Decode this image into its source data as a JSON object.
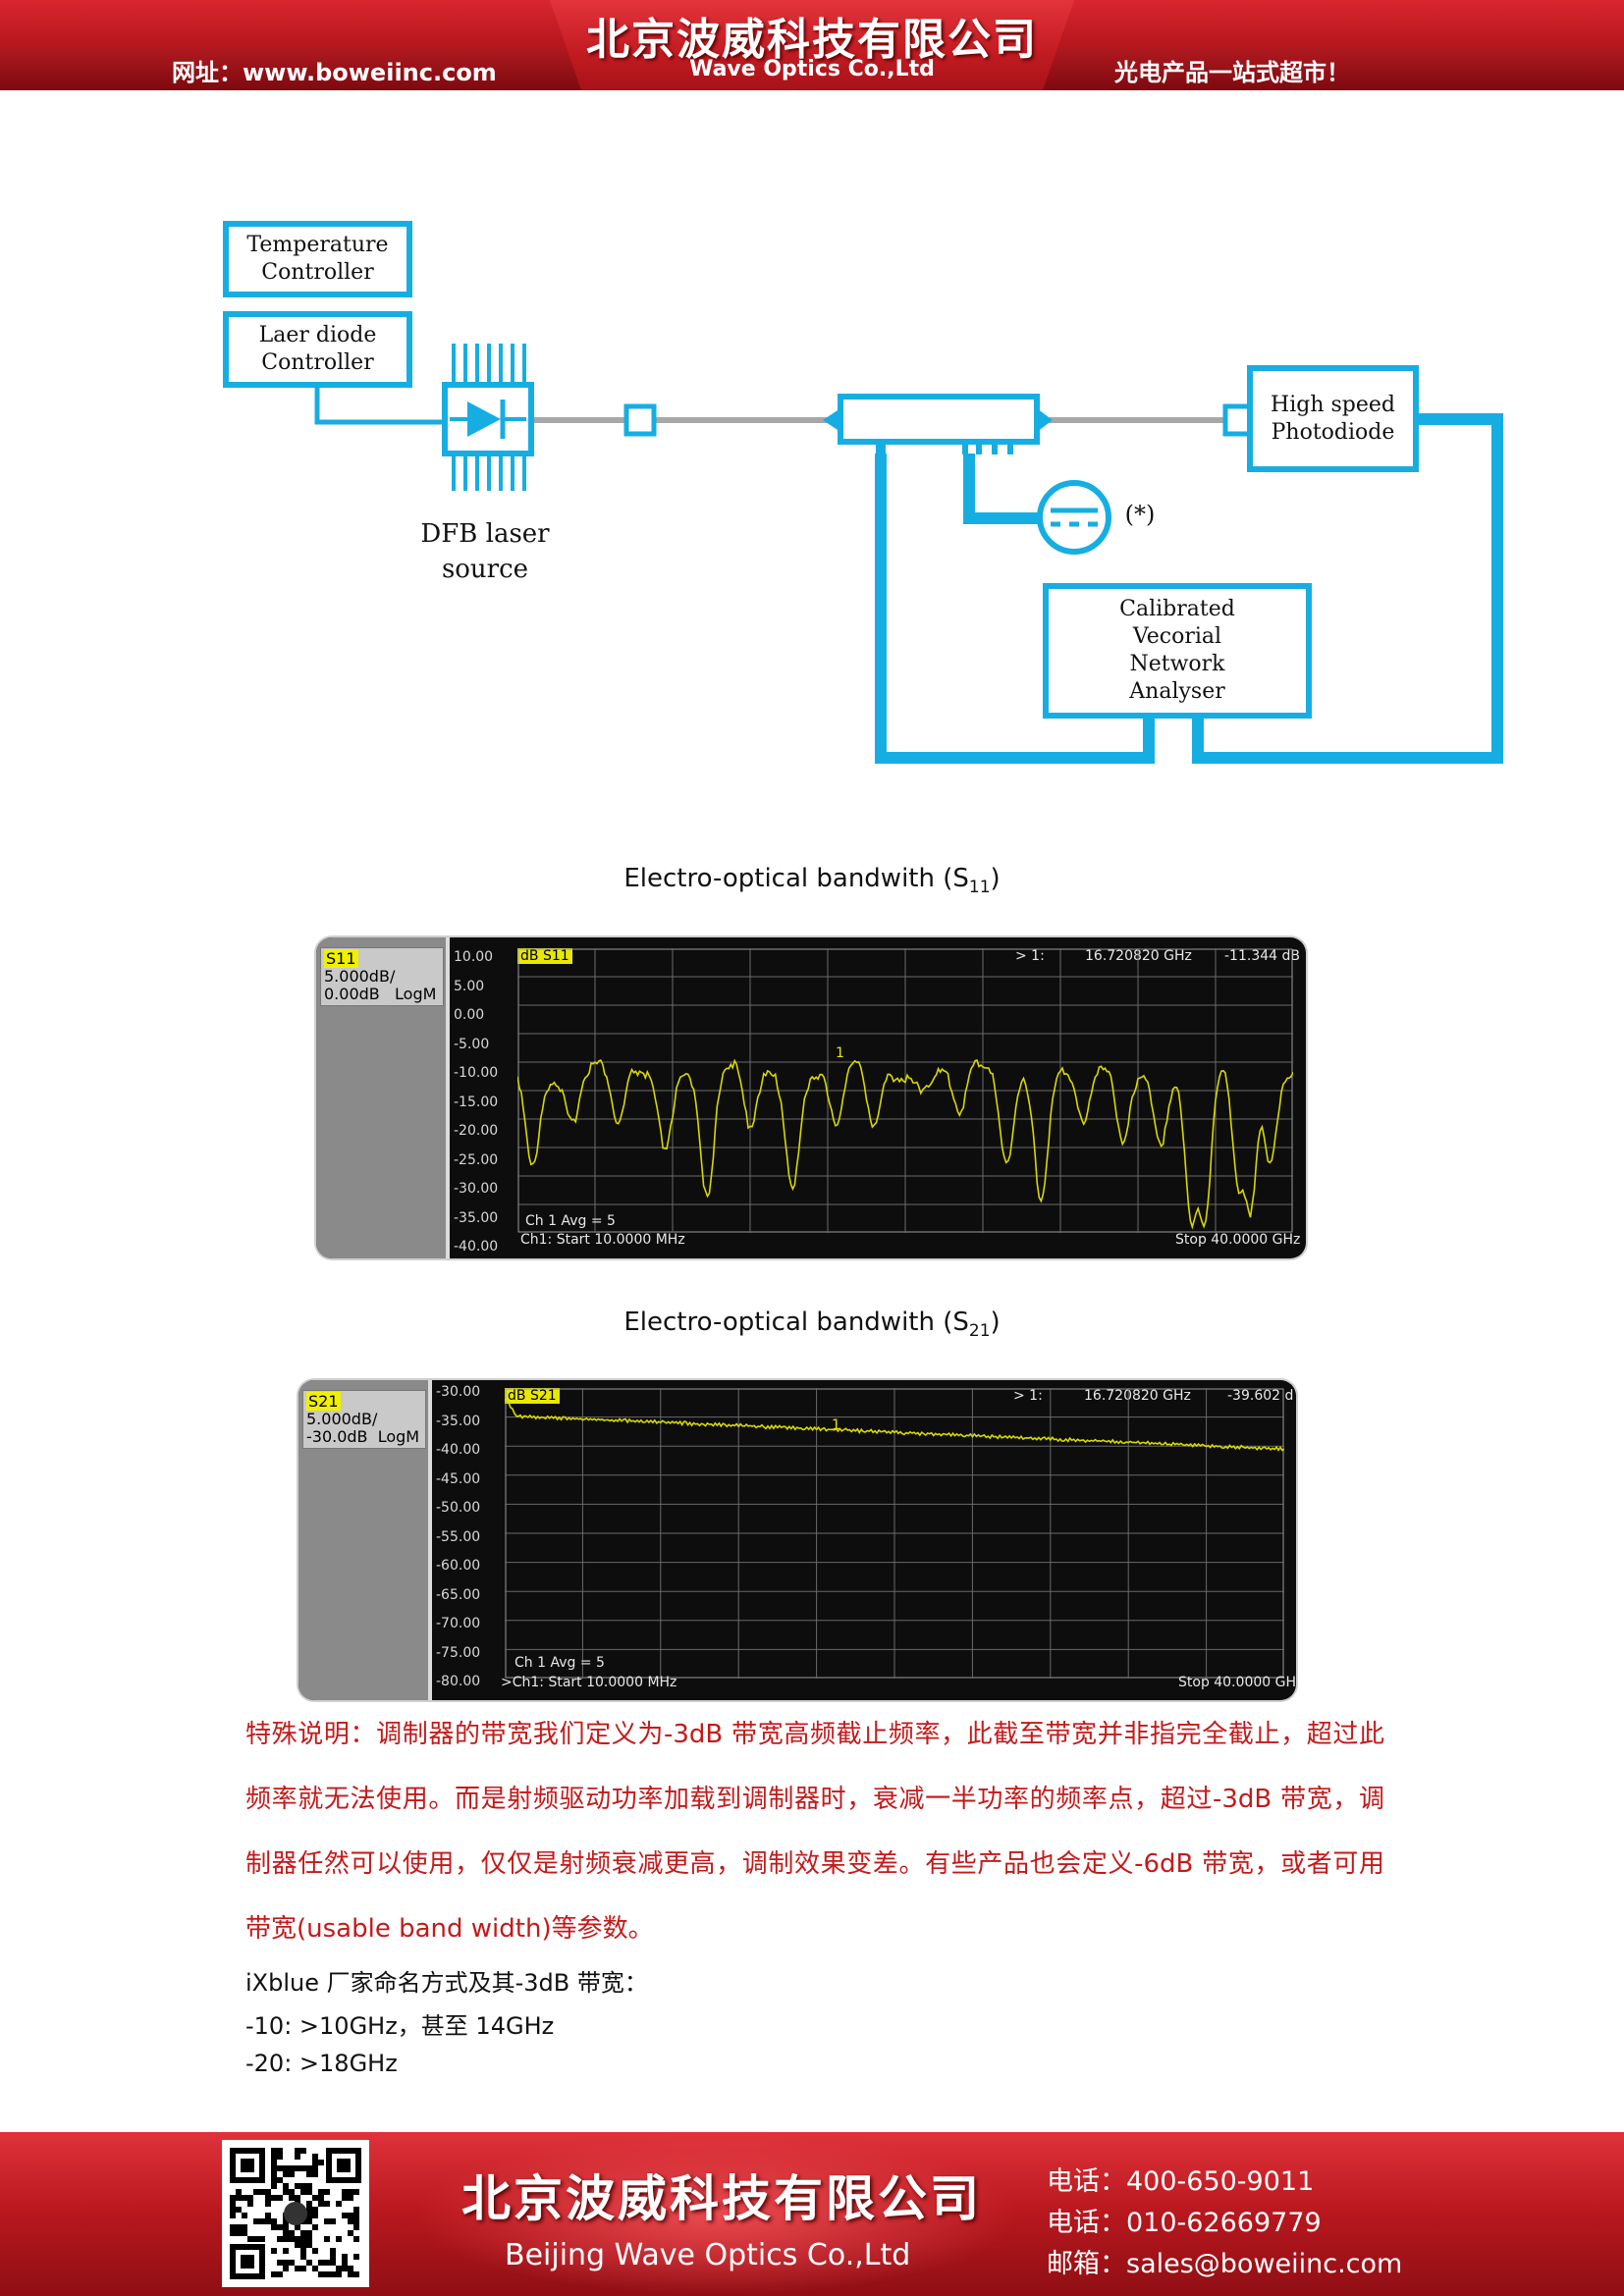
{
  "header": {
    "company_cn": "北京波威科技有限公司",
    "company_en": "Wave Optics Co.,Ltd",
    "website": "网址：www.boweiinc.com",
    "slogan": "光电产品一站式超市！"
  },
  "diagram": {
    "temperature_controller": "Temperature\nController",
    "laser_diode_controller": "Laer diode\nController",
    "dfb_label": "DFB laser\nsource",
    "photodiode": "High speed\nPhotodiode",
    "dc_label": "(*)",
    "vna": "Calibrated\nVecorial\nNetwork\nAnalyser",
    "line_color": "#16aee2"
  },
  "s11": {
    "caption_prefix": "Electro-optical bandwith (S",
    "caption_sub": "11",
    "caption_suffix": ")",
    "info_name": "S11",
    "info_scale": "5.000dB/",
    "info_ref": "0.00dB",
    "info_format": "LogM",
    "trace_label": "dB S11",
    "marker": "> 1:",
    "marker_freq": "16.720820 GHz",
    "marker_value": "-11.344 dB",
    "marker_num": "1",
    "avg": "Ch 1 Avg =    5",
    "start": "Ch1: Start  10.0000 MHz",
    "stop": "Stop  40.0000 GHz",
    "yticks": [
      "10.00",
      "5.00",
      "0.00",
      "-5.00",
      "-10.00",
      "-15.00",
      "-20.00",
      "-25.00",
      "-30.00",
      "-35.00",
      "-40.00"
    ]
  },
  "s21": {
    "caption_prefix": "Electro-optical bandwith (S",
    "caption_sub": "21",
    "caption_suffix": ")",
    "info_name": "S21",
    "info_scale": "5.000dB/",
    "info_ref": "-30.0dB",
    "info_format": "LogM",
    "trace_label": "dB S21",
    "marker": "> 1:",
    "marker_freq": "16.720820 GHz",
    "marker_value": "-39.602 d",
    "marker_num": "1",
    "avg": "Ch 1 Avg =    5",
    "start": ">Ch1: Start  10.0000 MHz",
    "stop": "Stop  40.0000 GH",
    "yticks": [
      "-30.00",
      "-35.00",
      "-40.00",
      "-45.00",
      "-50.00",
      "-55.00",
      "-60.00",
      "-65.00",
      "-70.00",
      "-75.00",
      "-80.00"
    ]
  },
  "note": "特殊说明：调制器的带宽我们定义为-3dB  带宽高频截止频率，此截至带宽并非指完全截止，超过此频率就无法使用。而是射频驱动功率加载到调制器时，衰减一半功率的频率点，超过-3dB 带宽，调制器任然可以使用，仅仅是射频衰减更高，调制效果变差。有些产品也会定义-6dB  带宽，或者可用带宽(usable band width)等参数。",
  "spec": {
    "title": "iXblue 厂家命名方式及其-3dB 带宽：",
    "line1": "-10: >10GHz，甚至 14GHz",
    "line2": "-20: >18GHz"
  },
  "footer": {
    "company_cn": "北京波威科技有限公司",
    "company_en": "Beijing Wave Optics Co.,Ltd",
    "phone1": "电话：400-650-9011",
    "phone2": "电话：010-62669779",
    "email": "邮箱：sales@boweiinc.com"
  }
}
